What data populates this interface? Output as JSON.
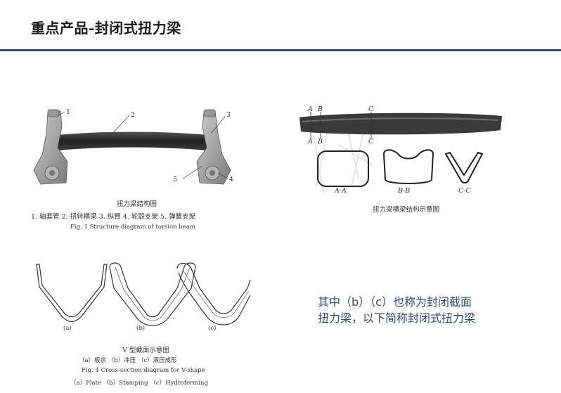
{
  "slide": {
    "title": "重点产品-封闭式扭力梁"
  },
  "figure_structure": {
    "callout_labels": [
      "1",
      "2",
      "3",
      "4",
      "5"
    ],
    "caption_cn": "扭力梁结构图",
    "parts_list": "1. 轴套管    2. 扭转横梁    3. 纵臂    4. 轮毂支架    5. 弹簧支架",
    "caption_en": "Fig. 1    Structure diagram of torsion beam"
  },
  "figure_crossbeam": {
    "section_labels_top": [
      "A",
      "B",
      "C"
    ],
    "section_labels_bottom": [
      "A",
      "B",
      "C"
    ],
    "section_names": [
      "A-A",
      "B-B",
      "C-C"
    ],
    "caption_cn": "扭力梁横梁结构示意图"
  },
  "figure_vshape": {
    "panel_labels": [
      "(a)",
      "(b)",
      "(c)"
    ],
    "caption_cn": "V 型截面示意图",
    "caption_cn_sub": "（a）板状   （b）冲压   （c）液压成形",
    "caption_en": "Fig. 4    Cross-section diagram for V-shape",
    "caption_en_sub": "（a）Plate   （b）Stamping   （c）Hydroforming"
  },
  "callout_text": "其中（b）（c）也称为封闭截面扭力梁，以下简称封闭式扭力梁",
  "colors": {
    "accent": "#2f4a7c",
    "title_text": "#1a1a1a",
    "callout_text": "#2f4a7c"
  }
}
